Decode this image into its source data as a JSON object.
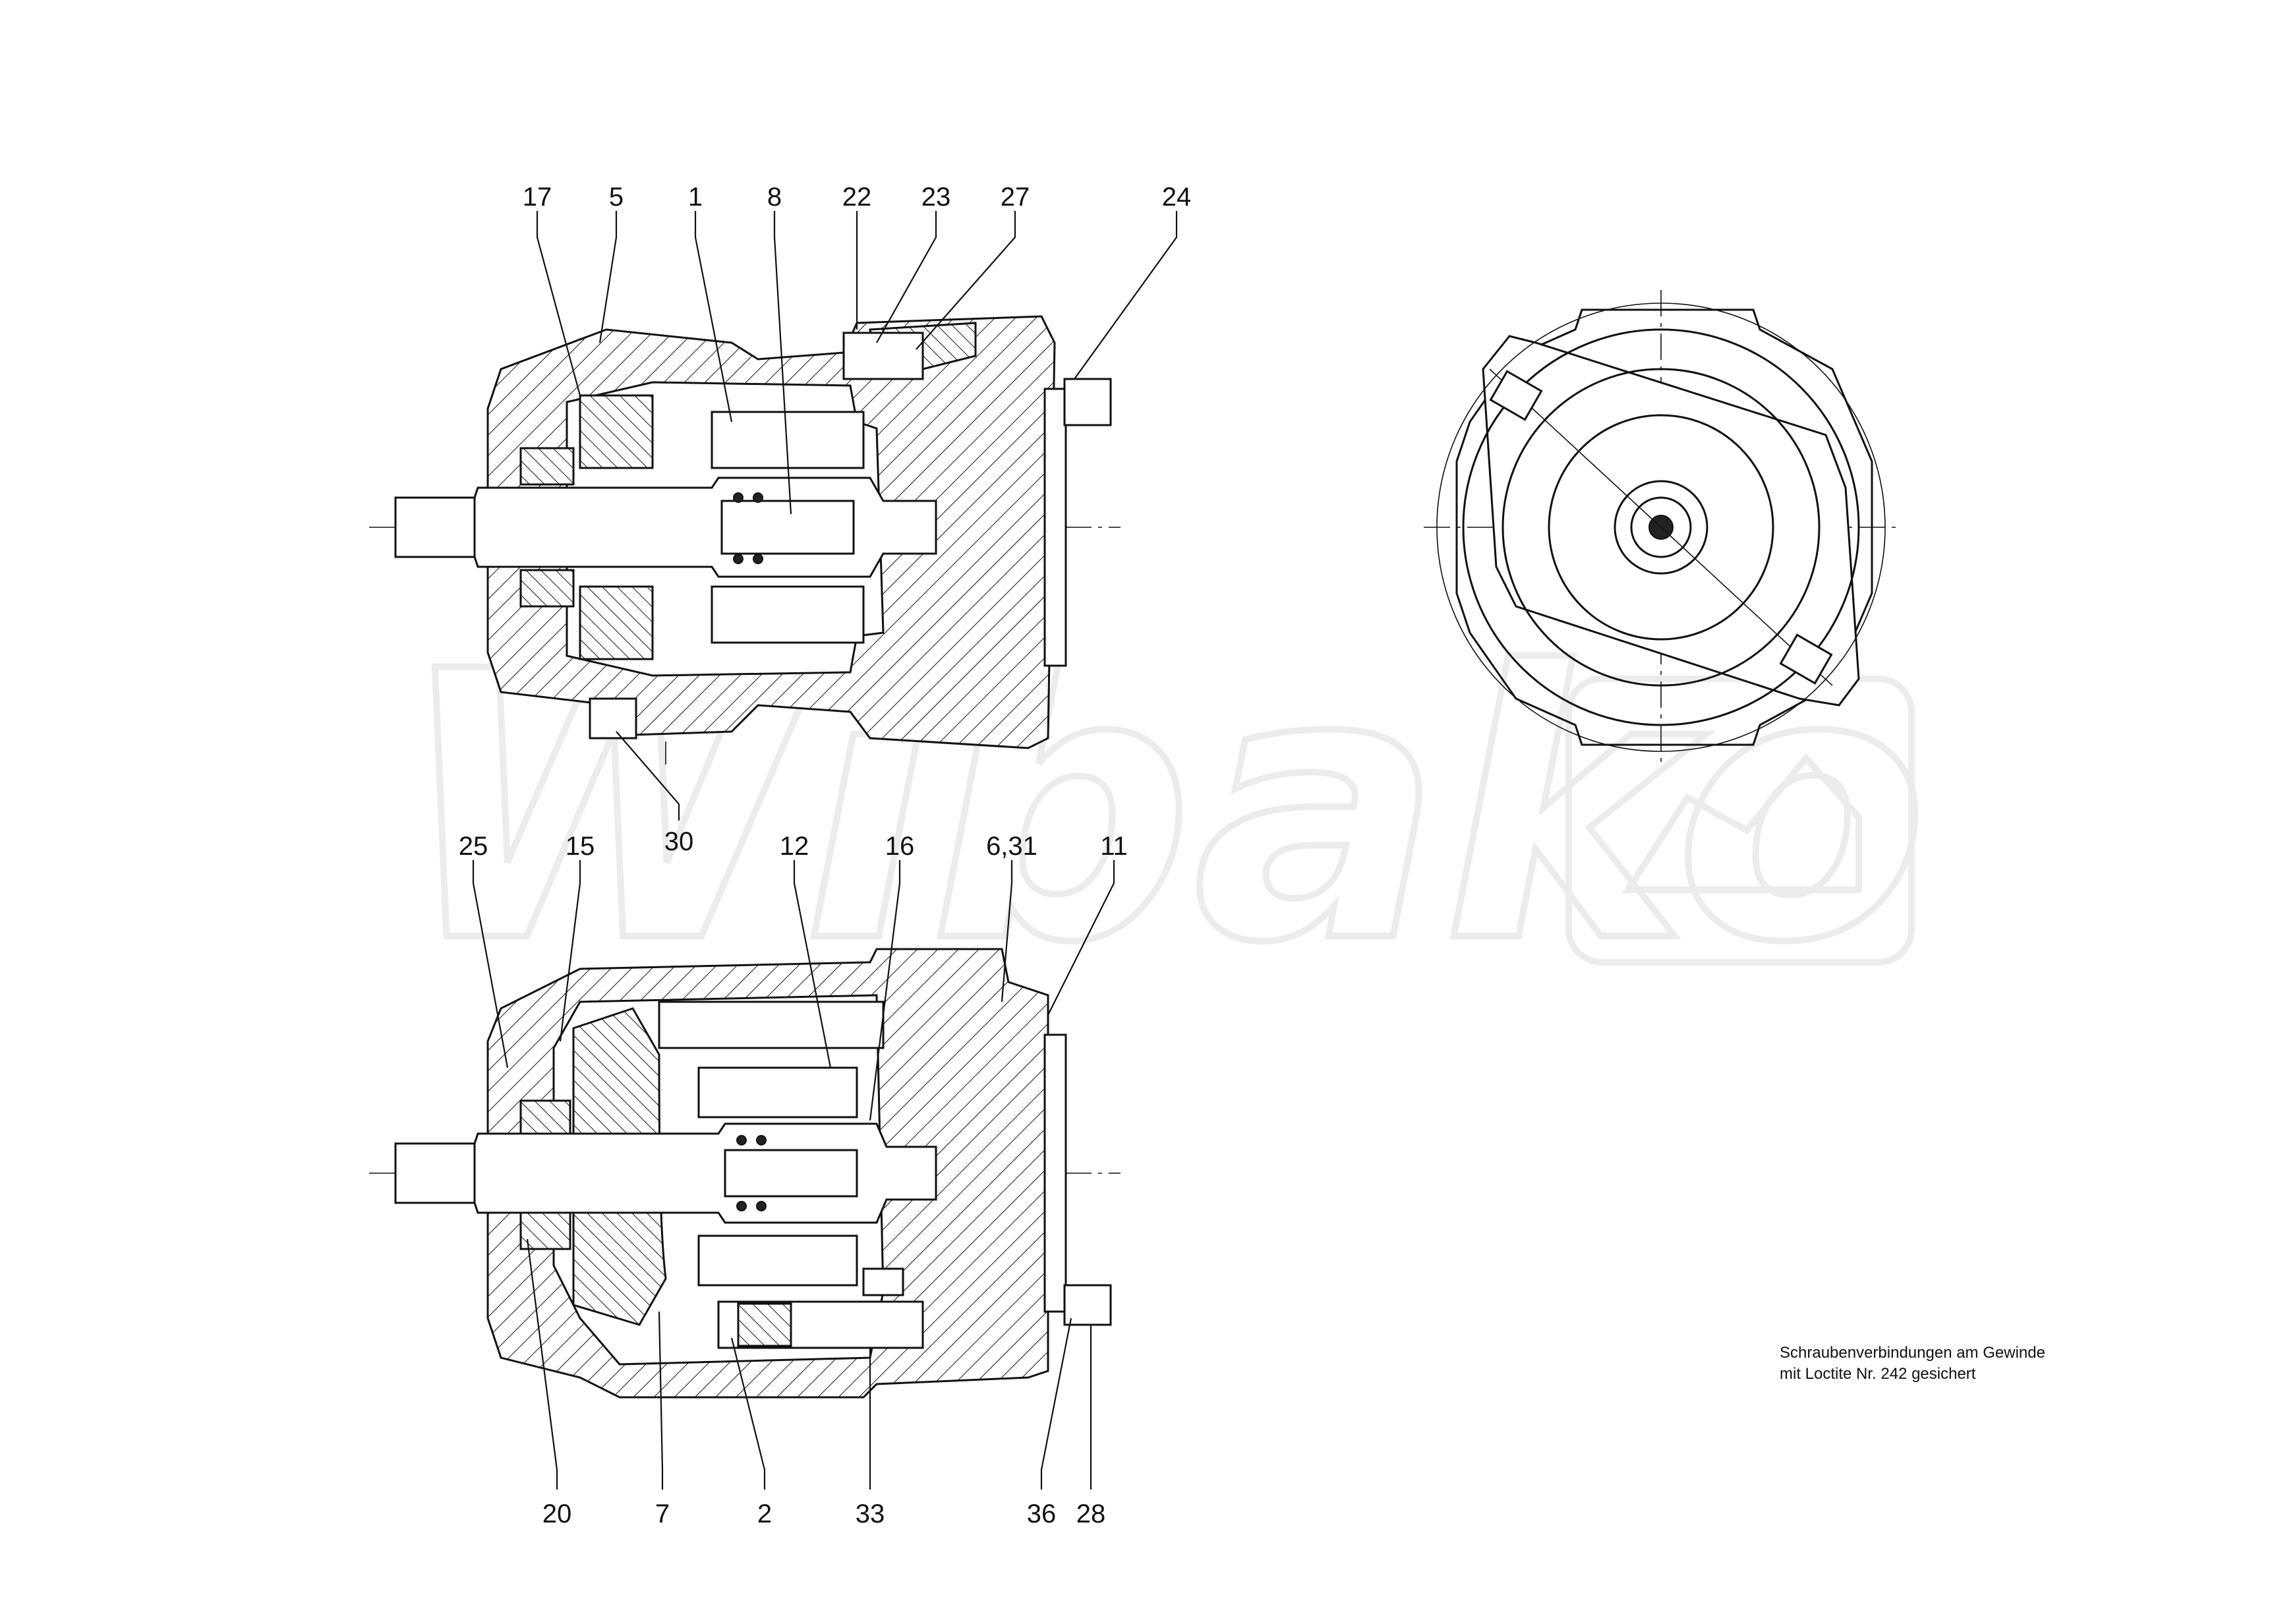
{
  "watermark": {
    "text": "Wibako"
  },
  "top_view": {
    "callouts": [
      {
        "id": "c17",
        "label": "17"
      },
      {
        "id": "c5",
        "label": "5"
      },
      {
        "id": "c1",
        "label": "1"
      },
      {
        "id": "c8",
        "label": "8"
      },
      {
        "id": "c22",
        "label": "22"
      },
      {
        "id": "c23",
        "label": "23"
      },
      {
        "id": "c27",
        "label": "27"
      },
      {
        "id": "c24",
        "label": "24"
      },
      {
        "id": "c30",
        "label": "30"
      }
    ]
  },
  "bottom_view": {
    "callouts": [
      {
        "id": "c25",
        "label": "25"
      },
      {
        "id": "c15",
        "label": "15"
      },
      {
        "id": "c12",
        "label": "12"
      },
      {
        "id": "c16",
        "label": "16"
      },
      {
        "id": "c631",
        "label": "6,31"
      },
      {
        "id": "c11",
        "label": "11"
      },
      {
        "id": "c20",
        "label": "20"
      },
      {
        "id": "c7",
        "label": "7"
      },
      {
        "id": "c2",
        "label": "2"
      },
      {
        "id": "c33",
        "label": "33"
      },
      {
        "id": "c36",
        "label": "36"
      },
      {
        "id": "c28",
        "label": "28"
      }
    ]
  },
  "note": {
    "line1": "Schraubenverbindungen am Gewinde",
    "line2": "mit Loctite Nr. 242 gesichert"
  }
}
